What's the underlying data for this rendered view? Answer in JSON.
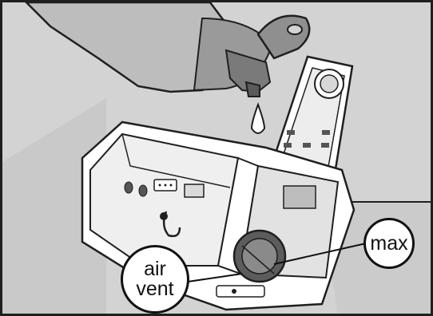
{
  "labels": {
    "max": "max",
    "air_vent_line1": "air",
    "air_vent_line2": "vent"
  },
  "colors": {
    "background": "#d3d3d3",
    "bottle": "#b9b9b9",
    "bottle_dark": "#8c8c8c",
    "compartment": "#ffffff",
    "compartment_inner": "#ededed",
    "outline": "#1f1f1f",
    "drop": "#ffffff"
  }
}
